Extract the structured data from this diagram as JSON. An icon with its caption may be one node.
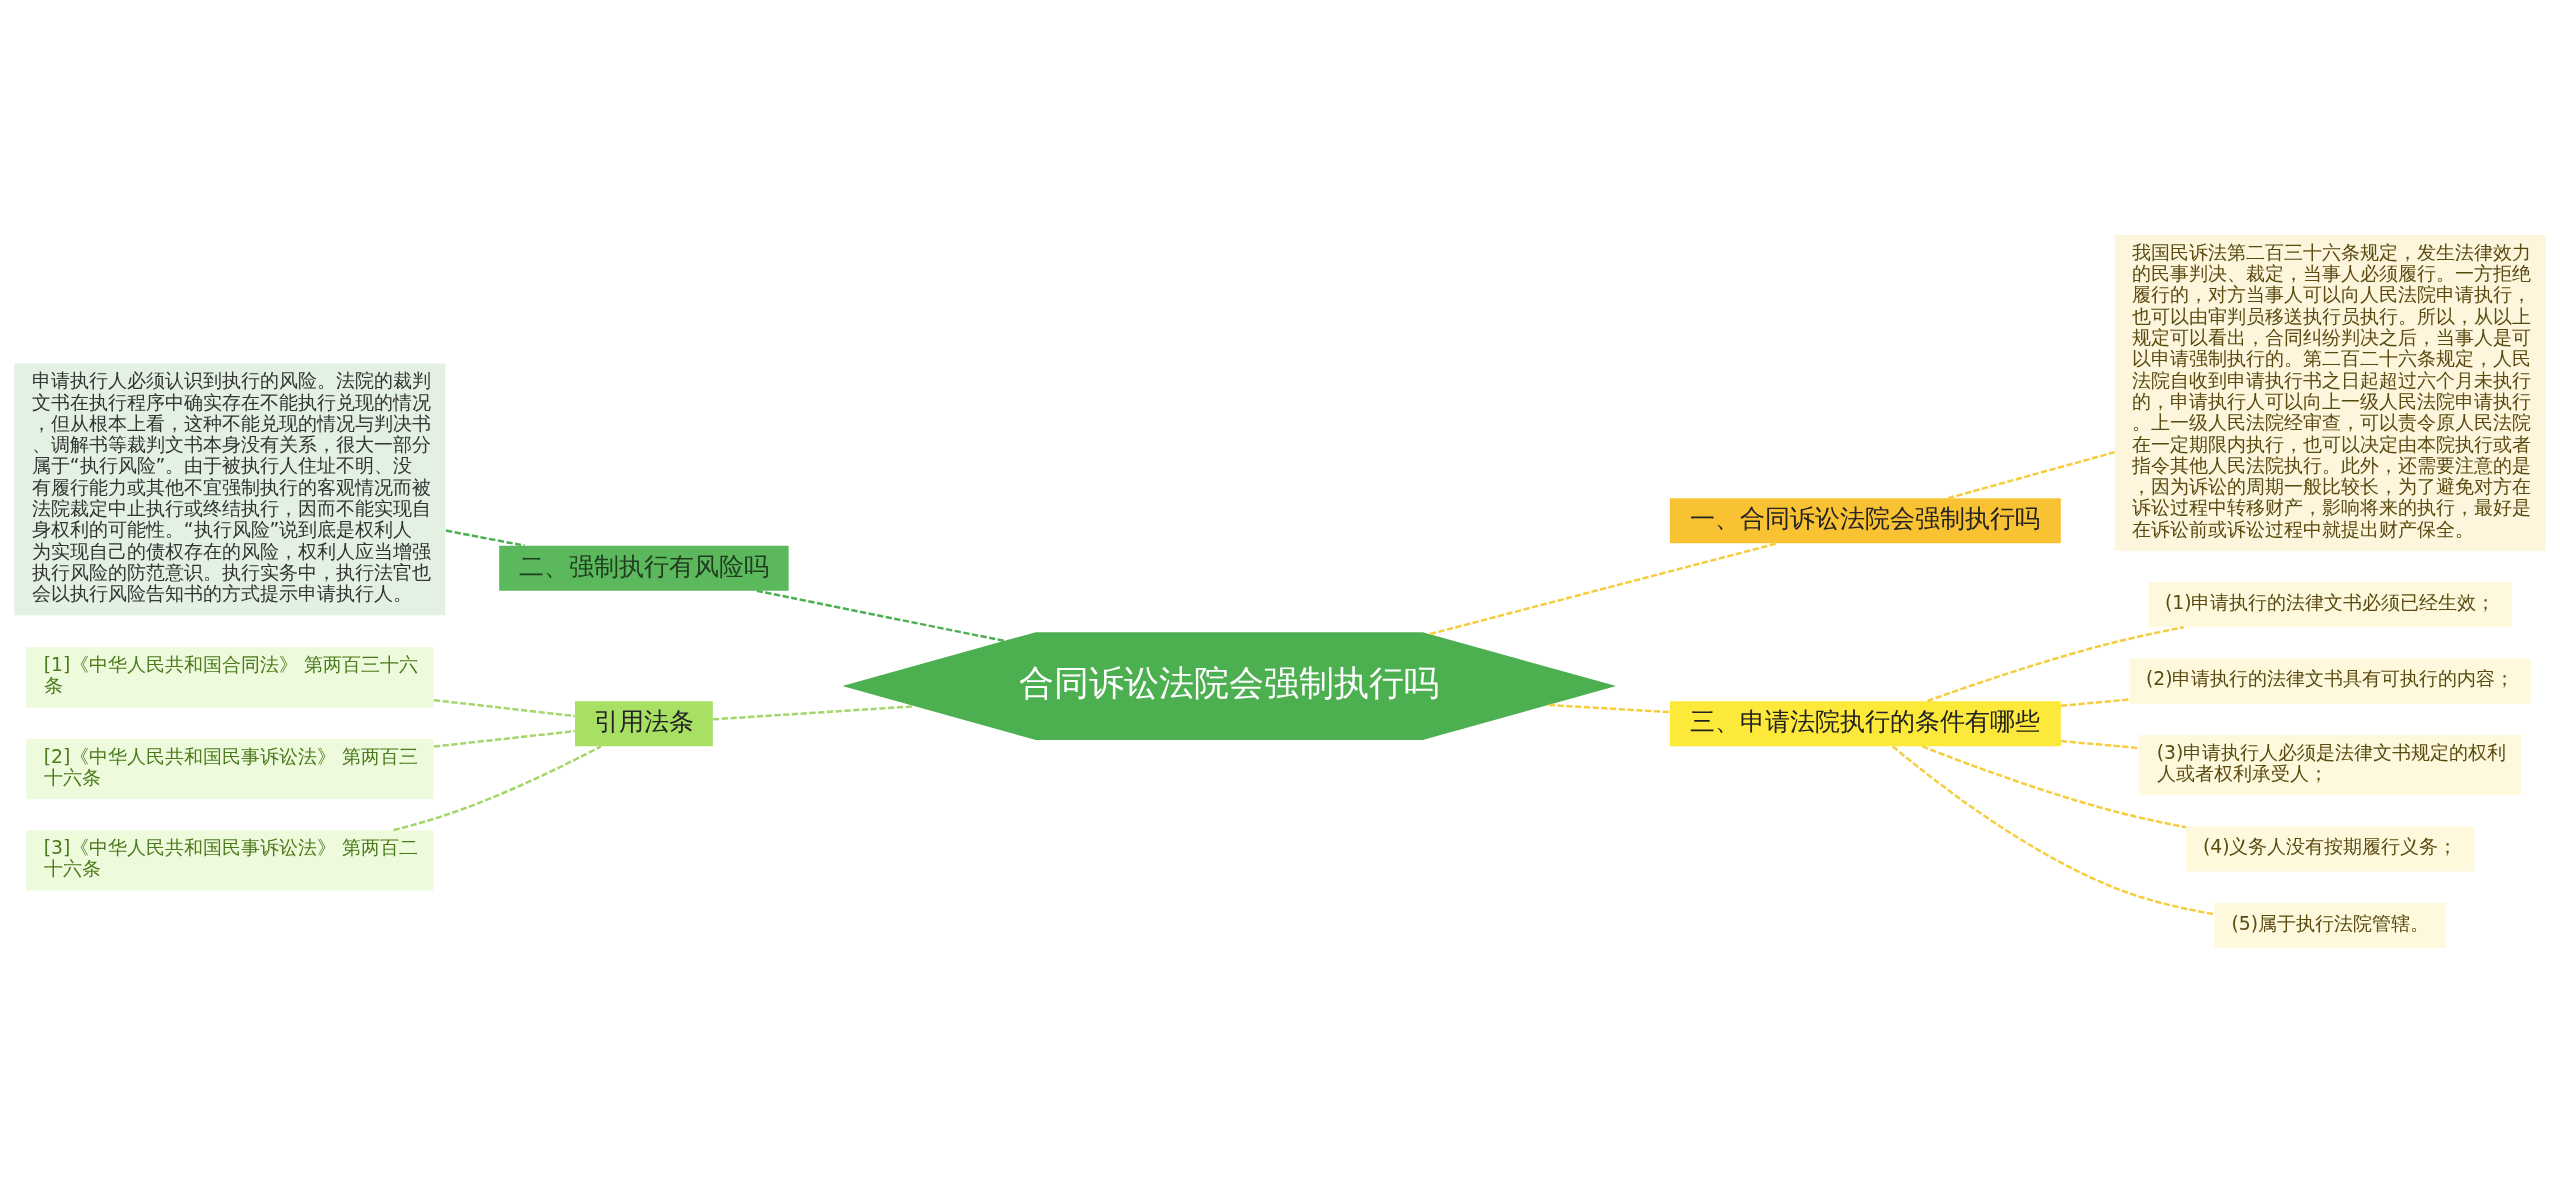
{
  "diagram": {
    "nodes": [
      {
        "text": [
          "合同诉讼法院会强制执行吗"
        ]
      },
      {
        "text": [
          "二、强制执行有风险吗"
        ]
      },
      {
        "text": [
          "申请执行人必须认识到执行的风险。法院的裁判文书在执行程序中确实存在不能执行兑现的情况，但从根本上看，这种不能兑现的情况与判决书、调解书等裁判文书本身没有关系，很大一部分属于“执行风险”。由于被执行人住址不明、没有履行能力或其他不宜强制执行的客观情况而被法院裁定中止执行或终结执行，因而不能实现自身权利的可能性。“执行风险”说到底是权利人为实现自己的债权存在的风险，权利人应当增强执行风险的防范意识。执行实务中，执行法官也会以执行风险告知书的方式提示申请执行人。"
        ]
      },
      {
        "text": [
          "引用法条"
        ]
      },
      {
        "text": [
          "[1]《中华人民共和国合同法》 第两百三十六条"
        ]
      },
      {
        "text": [
          "[2]《中华人民共和国民事诉讼法》 第两百三十六条"
        ]
      },
      {
        "text": [
          "[3]《中华人民共和国民事诉讼法》 第两百二十六条"
        ]
      },
      {
        "text": [
          "一、合同诉讼法院会强制执行吗"
        ]
      },
      {
        "text": [
          "我国民诉法第二百三十六条规定，发生法律效力的民事判决、裁定，当事人必须履行。一方拒绝履行的，对方当事人可以向人民法院申请执行，也可以由审判员移送执行员执行。所以，从以上规定可以看出，合同纠纷判决之后，当事人是可以申请强制执行的。第二百二十六条规定，人民法院自收到申请执行书之日起超过六个月未执行的，申请执行人可以向上一级人民法院申请执行。上一级人民法院经审查，可以责令原人民法院在一定期限内执行，也可以决定由本院执行或者指令其他人民法院执行。此外，还需要注意的是，因为诉讼的周期一般比较长，为了避免对方在诉讼过程中转移财产，影响将来的执行，最好是在诉讼前或诉讼过程中就提出财产保全。"
        ]
      },
      {
        "text": [
          "三、申请法院执行的条件有哪些"
        ]
      },
      {
        "text": [
          "(1)申请执行的法律文书必须已经生效；"
        ]
      },
      {
        "text": [
          "(2)申请执行的法律文书具有可执行的内容；"
        ]
      },
      {
        "text": [
          "(3)申请执行人必须是法律文书规定的权利人或者权利承受人；"
        ]
      },
      {
        "text": [
          "(4)义务人没有按期履行义务；"
        ]
      },
      {
        "text": [
          "(5)属于执行法院管辖。"
        ]
      }
    ],
    "edges": [
      {
        "from": 0,
        "to": 1,
        "arrow": "none",
        "style": "dashed",
        "color": "#4caf50"
      },
      {
        "from": 1,
        "to": 2,
        "arrow": "none",
        "style": "dashed",
        "color": "#4caf50"
      },
      {
        "from": 0,
        "to": 3,
        "arrow": "none",
        "style": "dashed",
        "color": "#a5d66b"
      },
      {
        "from": 3,
        "to": 4,
        "arrow": "none",
        "style": "dashed",
        "color": "#a5d66b"
      },
      {
        "from": 3,
        "to": 5,
        "arrow": "none",
        "style": "dashed",
        "color": "#a5d66b"
      },
      {
        "from": 3,
        "to": 6,
        "arrow": "none",
        "style": "dashed",
        "color": "#a5d66b"
      },
      {
        "from": 0,
        "to": 7,
        "arrow": "none",
        "style": "dashed",
        "color": "#f5cd3d"
      },
      {
        "from": 7,
        "to": 8,
        "arrow": "none",
        "style": "dashed",
        "color": "#f5cd3d"
      },
      {
        "from": 0,
        "to": 9,
        "arrow": "none",
        "style": "dashed",
        "color": "#f5cd3d"
      },
      {
        "from": 9,
        "to": 10,
        "arrow": "none",
        "style": "dashed",
        "color": "#f5cd3d"
      },
      {
        "from": 9,
        "to": 11,
        "arrow": "none",
        "style": "dashed",
        "color": "#f5cd3d"
      },
      {
        "from": 9,
        "to": 12,
        "arrow": "none",
        "style": "dashed",
        "color": "#f5cd3d"
      },
      {
        "from": 9,
        "to": 13,
        "arrow": "none",
        "style": "dashed",
        "color": "#f5cd3d"
      },
      {
        "from": 9,
        "to": 14,
        "arrow": "none",
        "style": "dashed",
        "color": "#f5cd3d"
      }
    ]
  }
}
